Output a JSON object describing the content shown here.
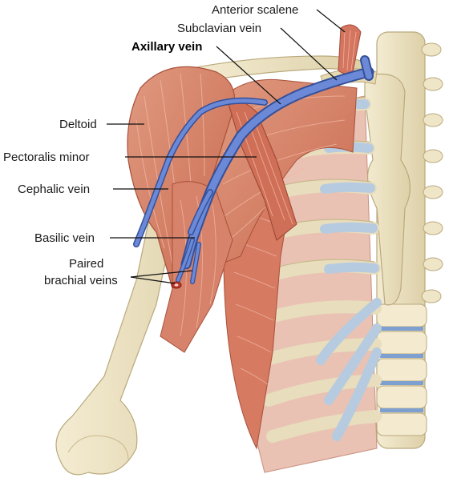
{
  "labels": {
    "anterior_scalene": "Anterior scalene",
    "subclavian_vein": "Subclavian vein",
    "axillary_vein": "Axillary vein",
    "deltoid": "Deltoid",
    "pectoralis_minor": "Pectoralis minor",
    "cephalic_vein": "Cephalic vein",
    "basilic_vein": "Basilic vein",
    "paired_brachial_veins_line1": "Paired",
    "paired_brachial_veins_line2": "brachial veins"
  },
  "colors": {
    "muscle": "#d9826a",
    "muscle_dark": "#b8573f",
    "bone": "#efe6c8",
    "bone_shadow": "#d8caa0",
    "cartilage": "#b9cde0",
    "vein": "#5a78c8",
    "vein_dark": "#34509a",
    "intercostal": "#e8c9c0"
  }
}
